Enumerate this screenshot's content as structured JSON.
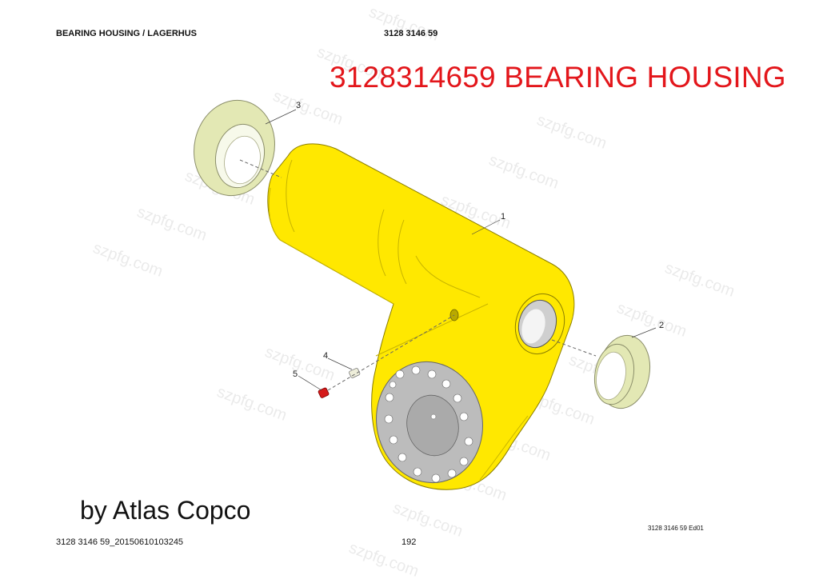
{
  "header": {
    "title": "BEARING HOUSING / LAGERHUS",
    "part_number": "3128 3146 59"
  },
  "overlay_title": "3128314659 BEARING HOUSING",
  "brand_text": "by Atlas Copco",
  "footer": {
    "file_id": "3128 3146 59_20150610103245",
    "page_number": "192",
    "drawing_ref": "3128 3146 59 Ed01"
  },
  "callouts": [
    "1",
    "2",
    "3",
    "4",
    "5"
  ],
  "watermark_text": "szpfg.com",
  "colors": {
    "housing": "#ffe800",
    "bushing": "#e3e8b4",
    "plug": "#d51a1a",
    "overlay_title": "#e3161b"
  }
}
